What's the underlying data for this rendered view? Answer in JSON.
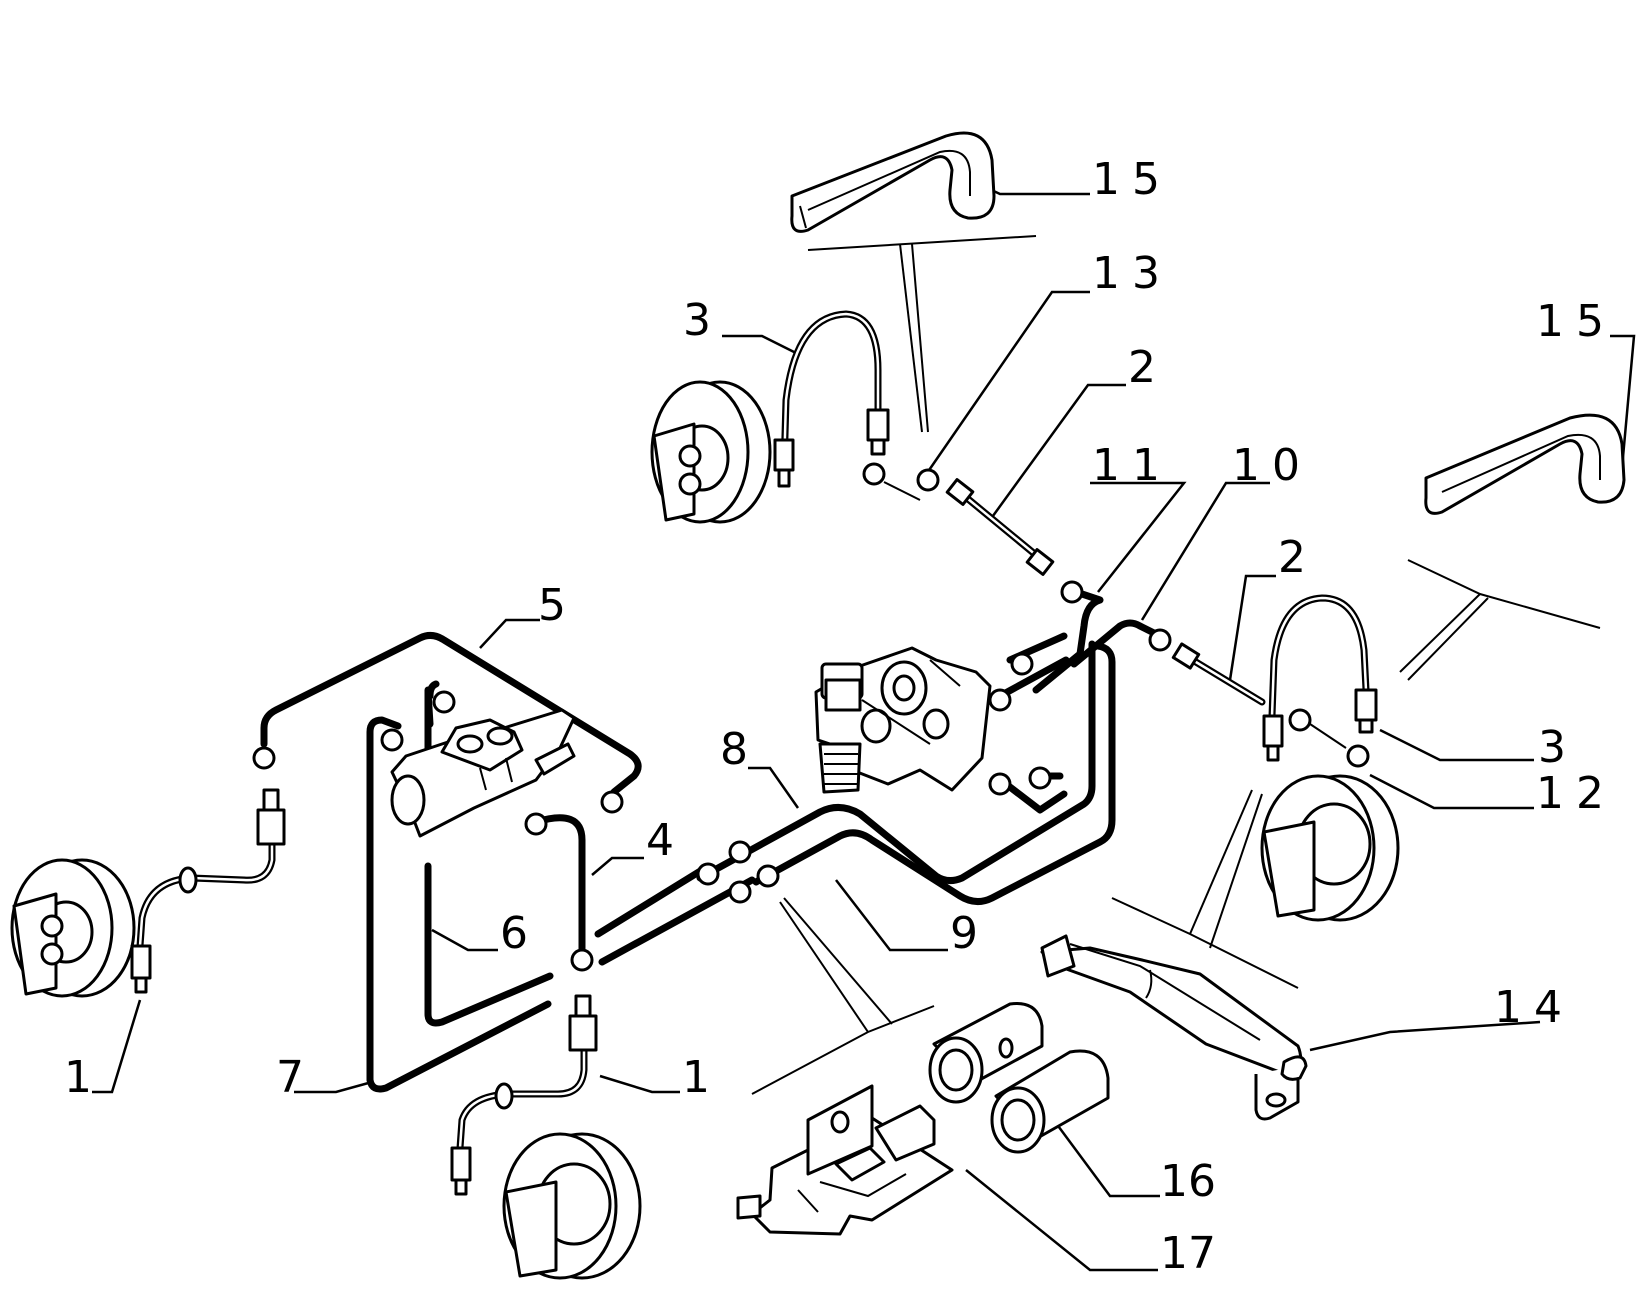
{
  "callouts": {
    "c1a": "1",
    "c1b": "1",
    "c2a": "2",
    "c2b": "2",
    "c3a": "3",
    "c3b": "3",
    "c4": "4",
    "c5": "5",
    "c6": "6",
    "c7": "7",
    "c8": "8",
    "c9": "9",
    "c10": "10",
    "c11": "11",
    "c12": "12",
    "c13": "13",
    "c14": "14",
    "c15a": "15",
    "c15b": "15",
    "c16": "16",
    "c17": "17"
  },
  "colors": {
    "ink": "#000000",
    "paper": "#ffffff"
  }
}
